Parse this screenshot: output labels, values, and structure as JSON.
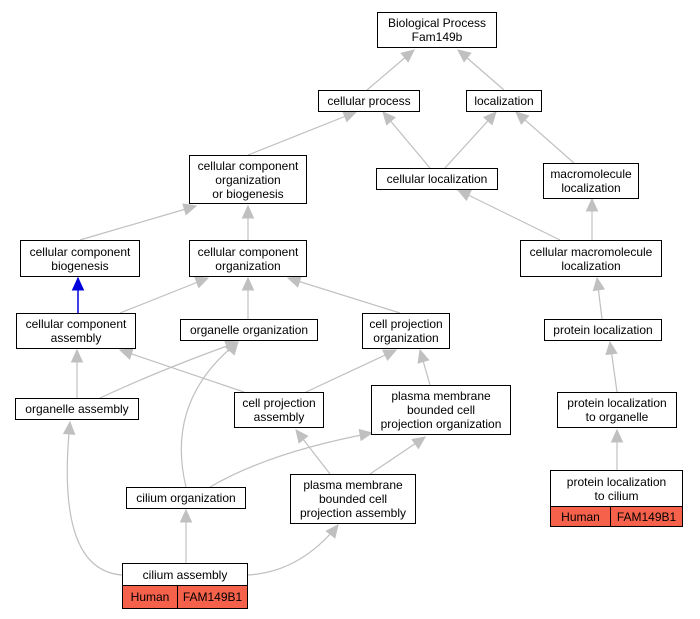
{
  "colors": {
    "edge": "#c0c0c0",
    "highlight_edge": "#0000dd",
    "annotation": "#f5614a"
  },
  "nodes": {
    "bp": "Biological Process\nFam149b",
    "cellular_process": "cellular process",
    "localization": "localization",
    "ccob": "cellular component\norganization\nor biogenesis",
    "cellular_localization": "cellular localization",
    "macromolecule_localization": "macromolecule\nlocalization",
    "cc_biogenesis": "cellular component\nbiogenesis",
    "cc_organization": "cellular component\norganization",
    "cell_macro_localization": "cellular macromolecule\nlocalization",
    "cc_assembly": "cellular component\nassembly",
    "organelle_organization": "organelle organization",
    "cell_projection_organization": "cell projection\norganization",
    "protein_localization": "protein localization",
    "organelle_assembly": "organelle assembly",
    "cell_projection_assembly": "cell projection\nassembly",
    "pm_projection_organization": "plasma membrane\nbounded cell\nprojection organization",
    "protein_loc_organelle": "protein localization\nto organelle",
    "cilium_organization": "cilium organization",
    "pm_projection_assembly": "plasma membrane\nbounded cell\nprojection assembly",
    "protein_loc_cilium": "protein localization\nto cilium",
    "cilium_assembly": "cilium assembly"
  },
  "annotations": {
    "cilium_assembly": {
      "species": "Human",
      "gene": "FAM149B1"
    },
    "protein_loc_cilium": {
      "species": "Human",
      "gene": "FAM149B1"
    }
  }
}
